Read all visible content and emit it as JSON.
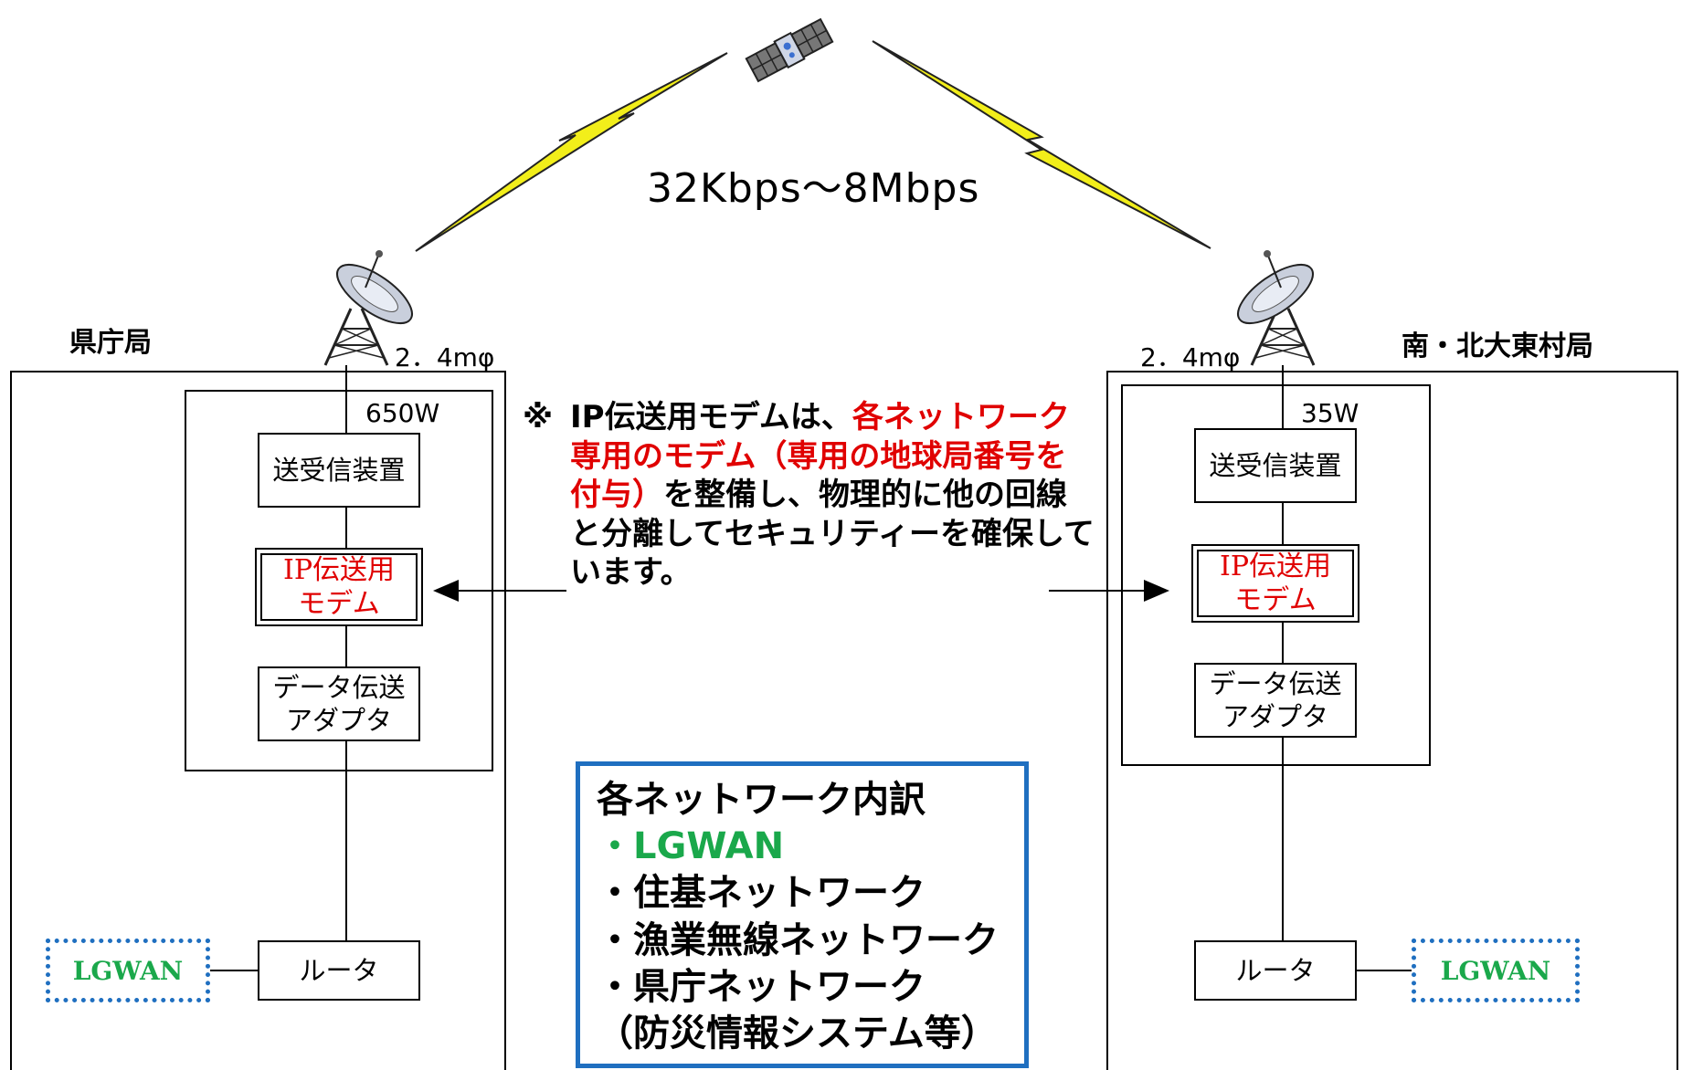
{
  "speed_label": "32Kbps～8Mbps",
  "note": {
    "mark": "※",
    "part1": "IP伝送用モデムは、",
    "part2_red": "各ネットワーク専用のモデム（専用の地球局番号を付与）",
    "part3": "を整備し、物理的に他の回線と分離してセキュリティーを確保しています。"
  },
  "left_station": {
    "name": "県庁局",
    "dish_size": "2．4mφ",
    "power": "650W",
    "transceiver": "送受信装置",
    "modem_line1": "IP伝送用",
    "modem_line2": "モデム",
    "adapter_line1": "データ伝送",
    "adapter_line2": "アダプタ",
    "router": "ルータ",
    "lgwan": "LGWAN"
  },
  "right_station": {
    "name": "南・北大東村局",
    "dish_size": "2．4mφ",
    "power": "35W",
    "transceiver": "送受信装置",
    "modem_line1": "IP伝送用",
    "modem_line2": "モデム",
    "adapter_line1": "データ伝送",
    "adapter_line2": "アダプタ",
    "router": "ルータ",
    "lgwan": "LGWAN"
  },
  "legend": {
    "title": "各ネットワーク内訳",
    "items": [
      "・LGWAN",
      "・住基ネットワーク",
      "・漁業無線ネットワーク",
      "・県庁ネットワーク",
      "（防災情報システム等）"
    ]
  },
  "colors": {
    "red": "#e00000",
    "green": "#1aa84b",
    "blue": "#1f6fc0",
    "lightning": "#f2ee1a"
  },
  "icons": [
    "satellite-icon",
    "dish-antenna-icon",
    "lightning-icon",
    "arrow-icon"
  ]
}
